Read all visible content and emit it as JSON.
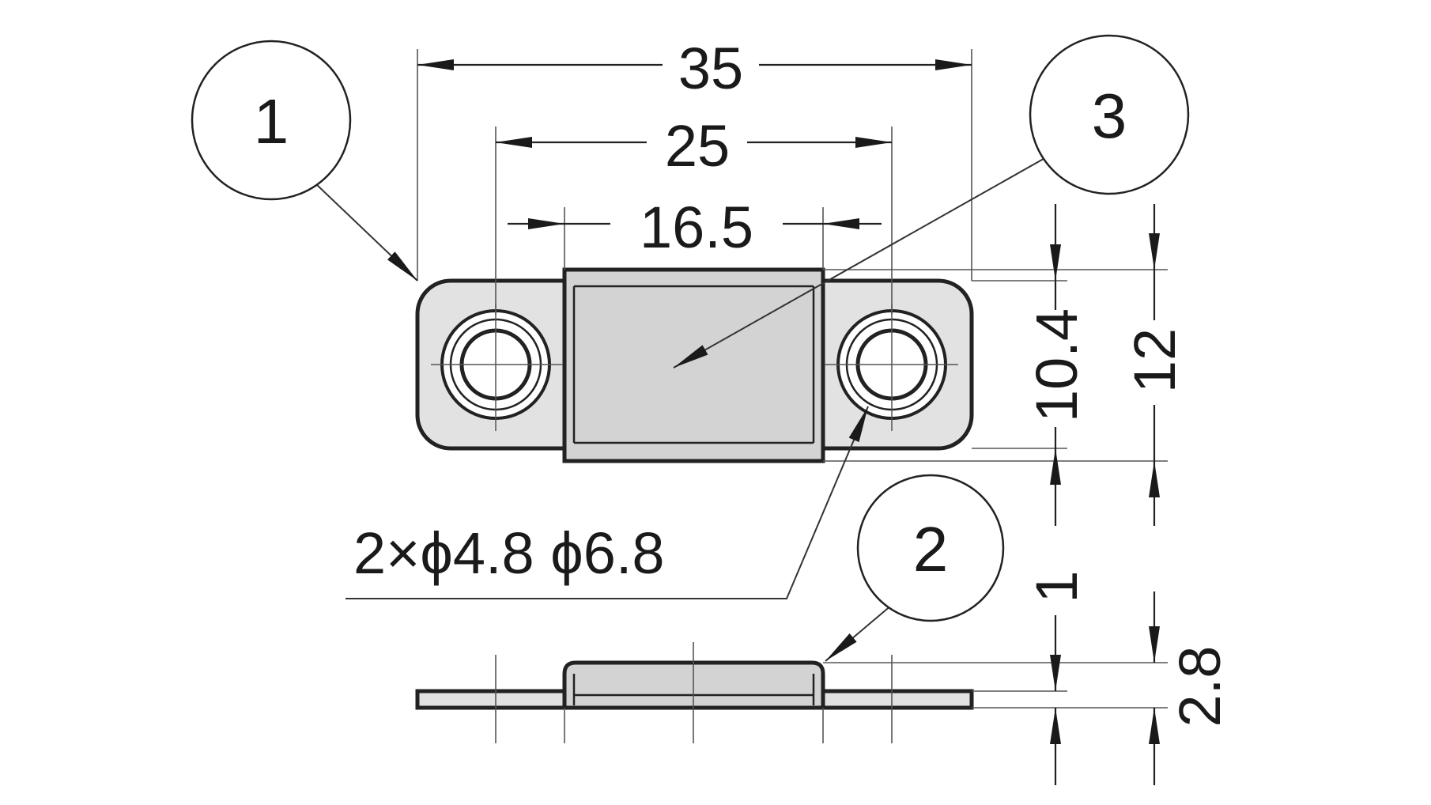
{
  "dimensions": {
    "overall_length": "35",
    "hole_pitch": "25",
    "magnet_length": "16.5",
    "body_width": "10.4",
    "overall_width": "12",
    "holes": "2×ϕ4.8 ϕ6.8",
    "plate_thickness": "1",
    "overall_height": "2.8"
  },
  "callouts": {
    "c1": "1",
    "c2": "2",
    "c3": "3"
  },
  "colors": {
    "part_fill": "#e2e2e2",
    "magnet_fill": "#d3d3d3",
    "line": "#222222"
  }
}
